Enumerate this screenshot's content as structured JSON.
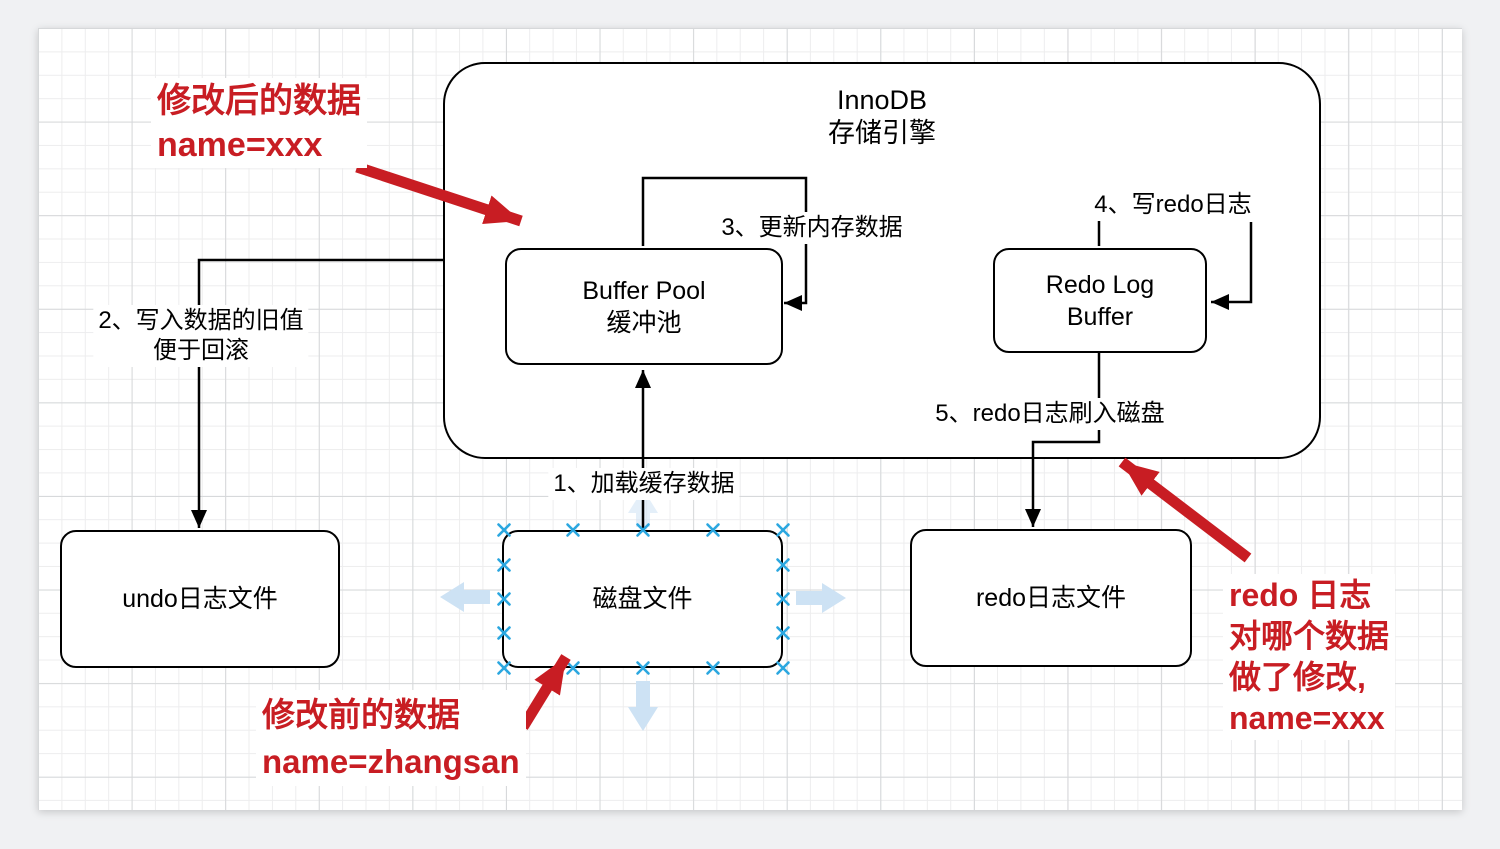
{
  "colors": {
    "annotation_red": "#c81d23",
    "selection_handle_blue": "#2ba7e0",
    "direction_arrow_blue": "#cde2f4",
    "line_black": "#000000",
    "grid_minor": "#ededee",
    "grid_major": "#d6d8da",
    "page_background": "#f0f1f3",
    "node_fill": "#ffffff"
  },
  "container": {
    "title_line1": "InnoDB",
    "title_line2": "存储引擎"
  },
  "nodes": {
    "buffer_pool": {
      "line1": "Buffer Pool",
      "line2": "缓冲池"
    },
    "redo_log_buffer": {
      "line1": "Redo Log",
      "line2": "Buffer"
    },
    "undo_file": {
      "label": "undo日志文件"
    },
    "disk_file": {
      "label": "磁盘文件"
    },
    "redo_file": {
      "label": "redo日志文件"
    }
  },
  "steps": {
    "step1": "1、加载缓存数据",
    "step2_line1": "2、写入数据的旧值",
    "step2_line2": "便于回滚",
    "step3": "3、更新内存数据",
    "step4": "4、写redo日志",
    "step5": "5、redo日志刷入磁盘"
  },
  "annotations": {
    "modified_after": {
      "line1": "修改后的数据",
      "line2": "name=xxx"
    },
    "modified_before": {
      "line1": "修改前的数据",
      "line2": "name=zhangsan"
    },
    "redo_note": {
      "line1": "redo 日志",
      "line2": "对哪个数据",
      "line3": "做了修改,",
      "line4": "name=xxx"
    }
  }
}
